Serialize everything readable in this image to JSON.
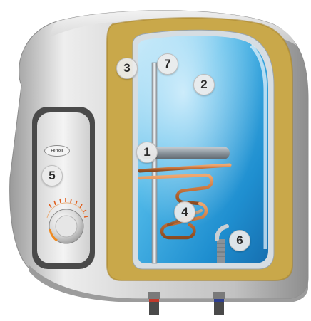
{
  "labels": {
    "casing_insulation": "3",
    "anode_rod": "7",
    "water_tank": "2",
    "inlet_pipe": "1",
    "control_panel": "5",
    "heating_element": "4",
    "thermostat_probe": "6"
  },
  "brand_logo_text": "Ferroli",
  "colors": {
    "casing": "#d9d9d9",
    "insulation": "#c9a84a",
    "water": "#2f9fd8",
    "copper": "#c8743c",
    "pipe": "#8f9aa3",
    "hot_connector": "#c0392b",
    "cold_connector": "#2d3d8f",
    "dial_marks": "#e06020"
  },
  "icons": [
    "water-heater-cutaway",
    "thermostat-dial-icon",
    "brand-logo-icon"
  ]
}
